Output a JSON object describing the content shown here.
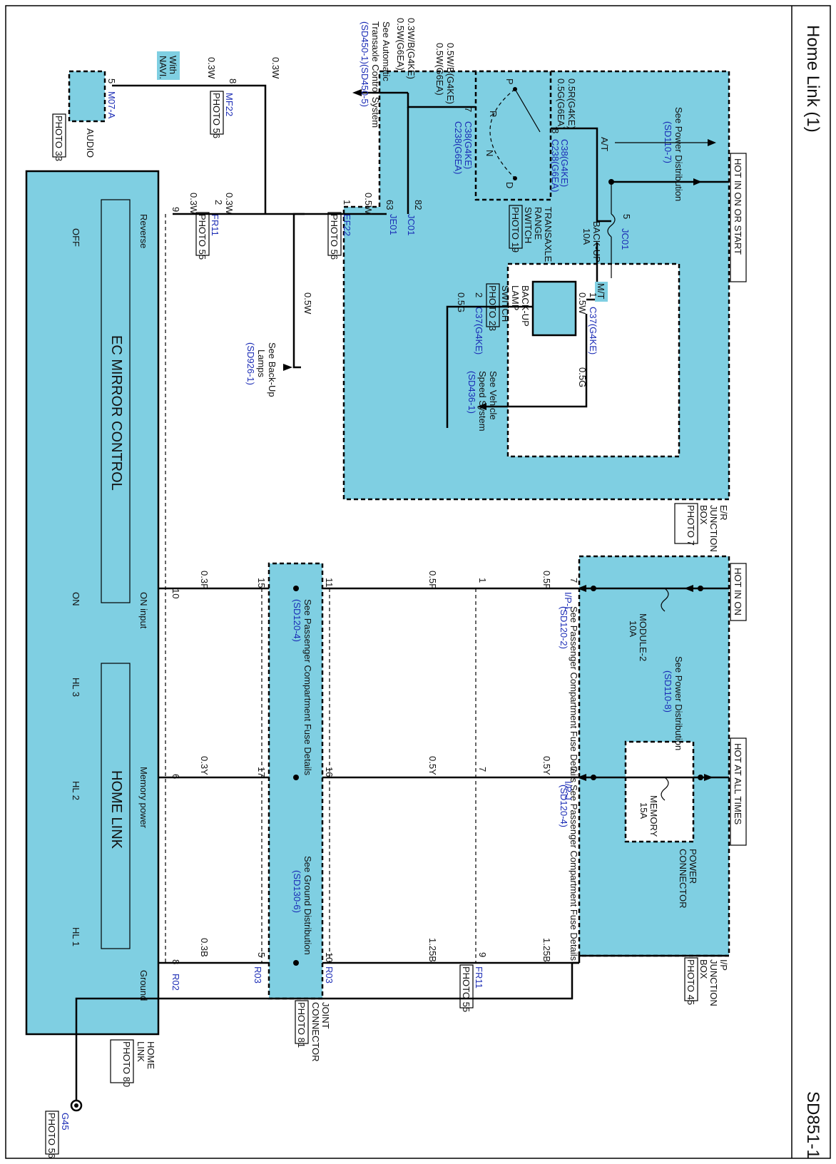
{
  "header": {
    "title": "Home Link (1)",
    "code": "SD851-1"
  },
  "power_labels": {
    "hot_in_on_or_start": "HOT IN ON OR START",
    "hot_in_on": "HOT IN ON",
    "hot_at_all_times": "HOT AT ALL TIMES"
  },
  "fuses": {
    "backup": {
      "name": "BACK-UP",
      "rating": "10A"
    },
    "module2": {
      "name": "MODULE-2",
      "rating": "10A"
    },
    "memory": {
      "name": "MEMORY",
      "rating": "15A"
    }
  },
  "references": {
    "power_dist_1": {
      "text": "See Power Distribution",
      "code": "(SD110-7)"
    },
    "power_dist_2": {
      "text": "See Power Distribution",
      "code": "(SD110-8)"
    },
    "pass_fuse_1": {
      "text": "See Passenger Compartment Fuse Details",
      "code": "(SD120-2)"
    },
    "pass_fuse_2": {
      "text": "See Passenger Compartment Fuse Details",
      "code": "(SD120-4)"
    },
    "pass_fuse_3": {
      "text": "See Passenger Compartment Fuse Details",
      "code": "(SD120-4)"
    },
    "ground_dist": {
      "text": "See Ground Distribution",
      "code": "(SD130-6)"
    },
    "auto_trans": {
      "line1": "See Automatic",
      "line2": "Transaxle Control System",
      "code": "(SD450-1)(SD450-5)"
    },
    "vehicle_speed": {
      "line1": "See Vehicle",
      "line2": "Speed System",
      "code": "(SD436-1)"
    },
    "backup_lamps": {
      "line1": "See Back-Up",
      "line2": "Lamps",
      "code": "(SD926-1)"
    }
  },
  "components": {
    "er_junction": {
      "line1": "E/R",
      "line2": "JUNCTION",
      "line3": "BOX",
      "photo": "PHOTO 7"
    },
    "ip_junction": {
      "line1": "I/P",
      "line2": "JUNCTION",
      "line3": "BOX",
      "photo": "PHOTO 45"
    },
    "power_connector": {
      "line1": "POWER",
      "line2": "CONNECTOR"
    },
    "joint_connector": {
      "line1": "JOINT",
      "line2": "CONNECTOR",
      "photo": "PHOTO 81"
    },
    "home_link": {
      "line1": "HOME",
      "line2": "LINK",
      "photo": "PHOTO 80"
    },
    "ec_mirror": "EC  MIRROR  CONTROL",
    "home_link_inner": "HOME  LINK",
    "trans_range_switch": {
      "line1": "TRANSAXLE",
      "line2": "RANGE",
      "line3": "SWITCH",
      "photo": "PHOTO 19"
    },
    "backup_lamp_switch": {
      "line1": "BACK-UP",
      "line2": "LAMP",
      "line3": "SWITCH",
      "photo": "PHOTO 23"
    },
    "audio": {
      "name": "AUDIO",
      "photo": "PHOTO 33",
      "conn": "M07-A",
      "pin": "5"
    },
    "with_navi": {
      "line1": "With",
      "line2": "NAVI."
    }
  },
  "connectors": {
    "jc01_a": "JC01",
    "jc01_b": "JC01",
    "je01": "JE01",
    "ef22": "EF22",
    "fr11_a": "FR11",
    "fr11_b": "FR11",
    "mf22": "MF22",
    "c38": "C38(G4KE)",
    "c238": "C238(G6EA)",
    "c37_a": "C37(G4KE)",
    "c37_b": "C37(G4KE)",
    "ip_l": "I/P-L",
    "ip_j": "I/P-J",
    "r02": "R02",
    "r03_a": "R03",
    "r03_b": "R03",
    "g45": "G45"
  },
  "photos": {
    "mf22": "PHOTO 56",
    "ef22": "PHOTO 56",
    "fr11": "PHOTO 55",
    "fr11_b": "PHOTO 55",
    "g45": "PHOTO 56"
  },
  "wires": {
    "w_05r": "0.5R(G4KE)",
    "w_05g": "0.5G(G6EA)",
    "w_05wb": "0.5W/B(G4KE)",
    "w_05w6": "0.5W(G6EA)",
    "w_03wb": "0.3W/B(G4KE)",
    "w_05w6b": "0.5W(G6EA)",
    "w_05w": "0.5W",
    "w_05g2": "0.5G",
    "w_05g3": "0.5G",
    "w_03w": "0.3W",
    "w_05p": "0.5P",
    "w_03p": "0.3P",
    "w_05y": "0.5Y",
    "w_03y": "0.3Y",
    "w_125b": "1.25B",
    "w_03b": "0.3B",
    "at": "A/T",
    "mt": "M/T"
  },
  "pins": {
    "jc01_top": "5",
    "c38_8": "8",
    "c38_7": "7",
    "c37_1": "1",
    "c37_2": "2",
    "jc01_82": "82",
    "je01_63": "63",
    "ef22_1": "1",
    "fr11_2": "2",
    "hl_9": "9",
    "mf22_8": "8",
    "ipl_7": "7",
    "ipj_7": "7",
    "p1": "1",
    "p7": "7",
    "p9": "9",
    "p11": "11",
    "p16": "16",
    "p10": "10",
    "p15": "15",
    "p17": "17",
    "p5": "5",
    "h10": "10",
    "h6": "6",
    "h8": "8"
  },
  "switch_positions": {
    "p": "P",
    "r": "R",
    "n": "N",
    "d": "D"
  },
  "home_link_inputs": {
    "reverse": "Reverse",
    "on_input": "ON input",
    "memory_power": "Memory power",
    "ground": "Ground",
    "off": "OFF",
    "on": "ON",
    "hl3": "HL 3",
    "hl2": "HL 2",
    "hl1": "HL 1"
  }
}
